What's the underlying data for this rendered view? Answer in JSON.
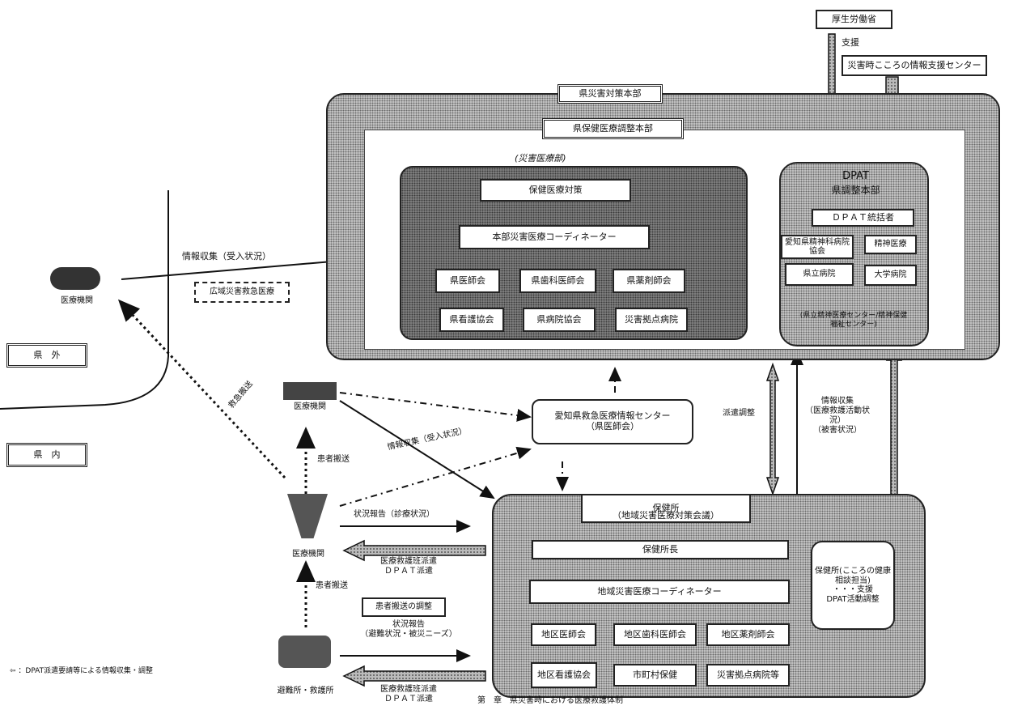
{
  "mhlw": "厚生労働省",
  "support": "支援",
  "disaster_center": "災害時こころの情報支援センター",
  "hq": "県災害対策本部",
  "medical_hq": "県保健医療調整本部",
  "emergency_team": "(災害医療部)",
  "emergency_roles": "保健医療対策",
  "coordinator": "本部災害医療コーディネーター",
  "grid": [
    [
      "県医師会",
      "県歯科医師会",
      "県薬剤師会"
    ],
    [
      "県看護協会",
      "県病院協会",
      "災害拠点病院"
    ]
  ],
  "dpat": {
    "title": "DPAT",
    "subtitle": "県調整本部",
    "leader": "ＤＰＡＴ統括者",
    "cells": [
      "愛知県精神科病院協会",
      "精神医療",
      "県立病院",
      "大学病院"
    ],
    "note": "(県立精神医療センター/精神保健福祉センター)"
  },
  "medical_inst": "医療機関",
  "prefecture_out": "県　外",
  "prefecture_in": "県　内",
  "info_collect_1": "情報収集（受入状況）",
  "wide_area": "広域災害救急医療",
  "info_center": "愛知県救急医療情報センター\n（県医師会）",
  "info_collect_2": "情報収集（受入状況）",
  "rescue": "救急搬送",
  "dispatch": "派遣調整",
  "coordination": "情報収集\n（医療救護活動状況）\n（被害状況）",
  "patient_transfer": "患者搬送",
  "hc": {
    "title": "保健所",
    "subtitle": "（地域災害医療対策会議）",
    "chief": "保健所長",
    "coordinator": "地域災害医療コーディネーター",
    "grid": [
      [
        "地区医師会",
        "地区歯科医師会",
        "地区薬剤師会"
      ],
      [
        "地区看護協会",
        "市町村保健",
        "災害拠点病院等"
      ]
    ],
    "right": "保健所(こころの健康相談担当)\n・・・支援\nDPAT活動調整"
  },
  "hospital2": "医療機関",
  "transport": "患者搬送",
  "status_report": "状況報告（診療状況）",
  "dispatch_req": "医療救護班派遣\nＤＰＡＴ派遣",
  "rescue2": "患者搬送",
  "contact": "患者搬送の調整",
  "status_report2": "状況報告\n（避難状況・被災ニーズ）",
  "shelter": "避難所・救護所",
  "dispatch_req2": "医療救護班派遣\nＤＰＡＴ派遣",
  "legend": "⇦ ：DPAT派遣要請等による情報収集・調整",
  "caption": "第　章　県災害時における医療救護体制"
}
